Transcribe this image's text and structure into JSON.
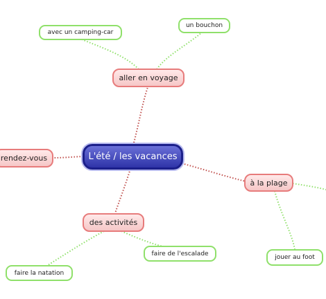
{
  "central": {
    "label": "L'été / les vacances"
  },
  "branches": {
    "voyage": {
      "label": "aller en voyage"
    },
    "rdv": {
      "label": "rendez-vous"
    },
    "plage": {
      "label": "à la plage"
    },
    "activites": {
      "label": "des activités"
    }
  },
  "leaves": {
    "camping": {
      "label": "avec un camping-car"
    },
    "bouchon": {
      "label": "un bouchon"
    },
    "escalade": {
      "label": "faire de l'escalade"
    },
    "natation": {
      "label": "faire la natation"
    },
    "foot": {
      "label": "jouer au foot"
    }
  },
  "colors": {
    "central_fill": "#2e33a8",
    "branch_border": "#e77b7b",
    "leaf_border": "#8fe06a",
    "branch_link": "#c0504d",
    "leaf_link": "#8fe06a"
  }
}
